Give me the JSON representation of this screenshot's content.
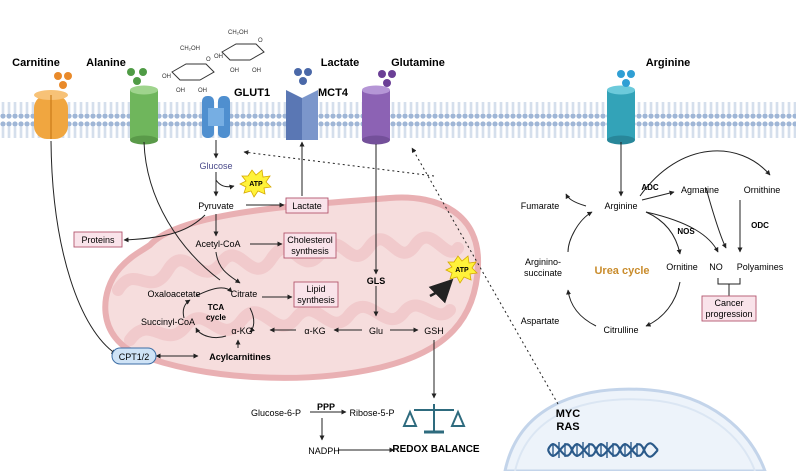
{
  "transporters": {
    "carnitine": "Carnitine",
    "alanine": "Alanine",
    "glut1": "GLUT1",
    "lactate": "Lactate",
    "mct4": "MCT4",
    "glutamine": "Glutamine",
    "arginine": "Arginine"
  },
  "glucose_ring": {
    "ch2oh": "CH₂OH",
    "oh": "OH",
    "o": "O"
  },
  "glycolysis": {
    "glucose": "Glucose",
    "atp": "ATP",
    "pyruvate": "Pyruvate",
    "lactate": "Lactate",
    "proteins": "Proteins",
    "acetyl_coa": "Acetyl-CoA",
    "cholesterol_line1": "Cholesterol",
    "cholesterol_line2": "synthesis"
  },
  "mitochondria": {
    "oxaloacetate": "Oxaloacetate",
    "citrate": "Citrate",
    "tca_line1": "TCA",
    "tca_line2": "cycle",
    "succinyl_coa": "Succinyl-CoA",
    "akg_left": "α-KG",
    "akg_right": "α-KG",
    "lipid_line1": "Lipid",
    "lipid_line2": "synthesis",
    "gls": "GLS",
    "glu": "Glu",
    "atp": "ATP",
    "cpt": "CPT1/2",
    "acylcarnitines": "Acylcarnitines"
  },
  "redox": {
    "gsh": "GSH",
    "glucose6p": "Glucose-6-P",
    "ppp": "PPP",
    "ribose5p": "Ribose-5-P",
    "nadph": "NADPH",
    "balance": "REDOX BALANCE"
  },
  "nucleus": {
    "myc": "MYC",
    "ras": "RAS"
  },
  "urea_cycle": {
    "title": "Urea cycle",
    "fumarate": "Fumarate",
    "arginine": "Arginine",
    "adc": "ADC",
    "agmatine": "Agmatine",
    "ornithine_top": "Ornithine",
    "odc": "ODC",
    "nos": "NOS",
    "no": "NO",
    "polyamines": "Polyamines",
    "argsucc_line1": "Arginino-",
    "argsucc_line2": "succinate",
    "ornithine_in": "Ornitine",
    "cancer_line1": "Cancer",
    "cancer_line2": "progression",
    "aspartate": "Aspartate",
    "citrulline": "Citrulline"
  },
  "colors": {
    "membrane": "#9fb6d6",
    "carnitine": "#f0a640",
    "alanine": "#6fb65c",
    "glut1": "#4f8fcf",
    "mct4": "#5a77b4",
    "glutamine": "#8c62b4",
    "arginine": "#33a3b8",
    "mito_fill": "#f6dddd",
    "mito_stroke": "#e9b0b3",
    "pink_box": "#f9e3ea",
    "pink_stroke": "#b3566e",
    "urea_text": "#c98c2c",
    "atp_burst": "#fff23a",
    "dna": "#2b5a8a"
  }
}
